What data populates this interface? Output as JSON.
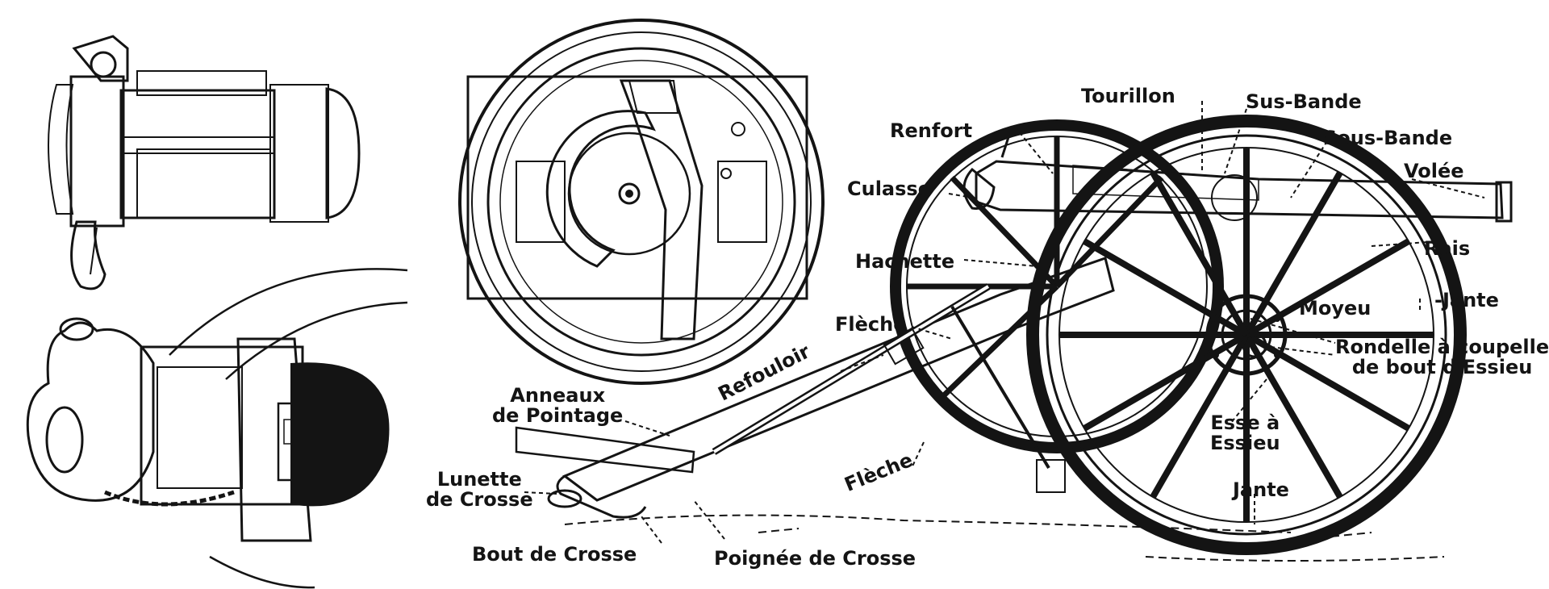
{
  "labels": {
    "tourillon": "Tourillon",
    "sus_bande": "Sus-Bande",
    "renfort": "Renfort",
    "sous_bande": "Sous-Bande",
    "culasse": "Culasse",
    "volee": "Volée",
    "hachette": "Hachette",
    "rais": "Rais",
    "jante_right": "-Jante",
    "fleche_top": "Flèche",
    "moyeu": "Moyeu",
    "rondelle_1": "Rondelle à coupelle",
    "rondelle_2": "de bout d'Essieu",
    "anneaux_1": "Anneaux",
    "anneaux_2": "de Pointage",
    "refouloir": "Refouloir",
    "esse_1": "Esse à",
    "esse_2": "Essieu",
    "lunette_1": "Lunette",
    "lunette_2": "de Crosse",
    "fleche_bottom": "Flèche",
    "jante_bottom": "Jante",
    "bout_de_crosse": "Bout de Crosse",
    "poignee_de_crosse": "Poignée de Crosse"
  },
  "colors": {
    "ink": "#141414",
    "paper": "#ffffff"
  },
  "icons": [
    "breech-side-view",
    "breech-front-view",
    "breech-open-view",
    "field-cannon"
  ]
}
